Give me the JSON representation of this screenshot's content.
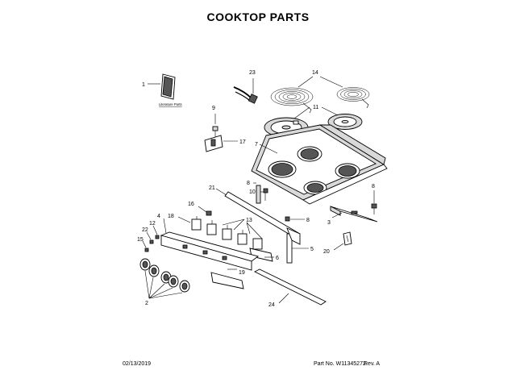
{
  "header": {
    "title": "COOKTOP PARTS"
  },
  "literature": {
    "label": "Literature Parts"
  },
  "callouts": {
    "c1": "1",
    "c2": "2",
    "c3": "3",
    "c4": "4",
    "c5": "5",
    "c6": "6",
    "c7": "7",
    "c8": "8",
    "c9": "9",
    "c10": "10",
    "c11": "11",
    "c12": "12",
    "c13": "13",
    "c14": "14",
    "c15": "15",
    "c16": "16",
    "c17": "17",
    "c18": "18",
    "c19": "19",
    "c20": "20",
    "c21": "21",
    "c22": "22",
    "c23": "23",
    "c24": "24"
  },
  "footer": {
    "date": "02/13/2019",
    "part_no": "Part No. W11345272",
    "rev": "Rev. A"
  }
}
